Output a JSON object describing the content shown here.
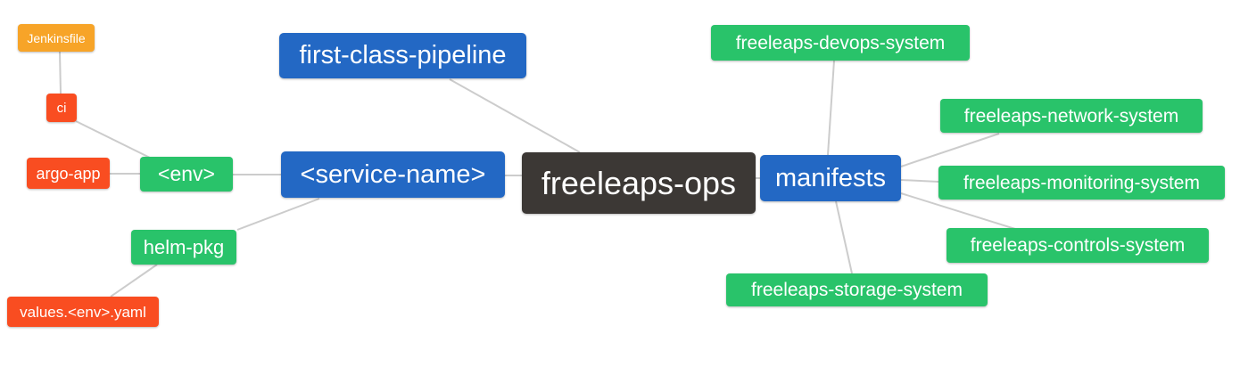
{
  "colors": {
    "blue": "#2368C4",
    "green": "#29C36A",
    "orange": "#F7A428",
    "red": "#F94D21",
    "dark": "#3C3835",
    "line": "#CCCCCC",
    "text": "#FFFFFF"
  },
  "nodes": [
    {
      "id": "jenkinsfile",
      "label": "Jenkinsfile",
      "color": "orange"
    },
    {
      "id": "ci",
      "label": "ci",
      "color": "red"
    },
    {
      "id": "argo-app",
      "label": "argo-app",
      "color": "red"
    },
    {
      "id": "env",
      "label": "<env>",
      "color": "green"
    },
    {
      "id": "first-class-pipeline",
      "label": "first-class-pipeline",
      "color": "blue"
    },
    {
      "id": "service-name",
      "label": "<service-name>",
      "color": "blue"
    },
    {
      "id": "freeleaps-ops",
      "label": "freeleaps-ops",
      "color": "dark"
    },
    {
      "id": "manifests",
      "label": "manifests",
      "color": "blue"
    },
    {
      "id": "helm-pkg",
      "label": "helm-pkg",
      "color": "green"
    },
    {
      "id": "values-env-yaml",
      "label": "values.<env>.yaml",
      "color": "red"
    },
    {
      "id": "freeleaps-devops-system",
      "label": "freeleaps-devops-system",
      "color": "green"
    },
    {
      "id": "freeleaps-network-system",
      "label": "freeleaps-network-system",
      "color": "green"
    },
    {
      "id": "freeleaps-monitoring-system",
      "label": "freeleaps-monitoring-system",
      "color": "green"
    },
    {
      "id": "freeleaps-controls-system",
      "label": "freeleaps-controls-system",
      "color": "green"
    },
    {
      "id": "freeleaps-storage-system",
      "label": "freeleaps-storage-system",
      "color": "green"
    }
  ],
  "edges": [
    {
      "from": "jenkinsfile",
      "to": "ci"
    },
    {
      "from": "ci",
      "to": "env"
    },
    {
      "from": "argo-app",
      "to": "env"
    },
    {
      "from": "env",
      "to": "service-name"
    },
    {
      "from": "service-name",
      "to": "freeleaps-ops"
    },
    {
      "from": "first-class-pipeline",
      "to": "freeleaps-ops"
    },
    {
      "from": "helm-pkg",
      "to": "service-name"
    },
    {
      "from": "values-env-yaml",
      "to": "helm-pkg"
    },
    {
      "from": "freeleaps-ops",
      "to": "manifests"
    },
    {
      "from": "manifests",
      "to": "freeleaps-devops-system"
    },
    {
      "from": "manifests",
      "to": "freeleaps-network-system"
    },
    {
      "from": "manifests",
      "to": "freeleaps-monitoring-system"
    },
    {
      "from": "manifests",
      "to": "freeleaps-controls-system"
    },
    {
      "from": "manifests",
      "to": "freeleaps-storage-system"
    }
  ]
}
